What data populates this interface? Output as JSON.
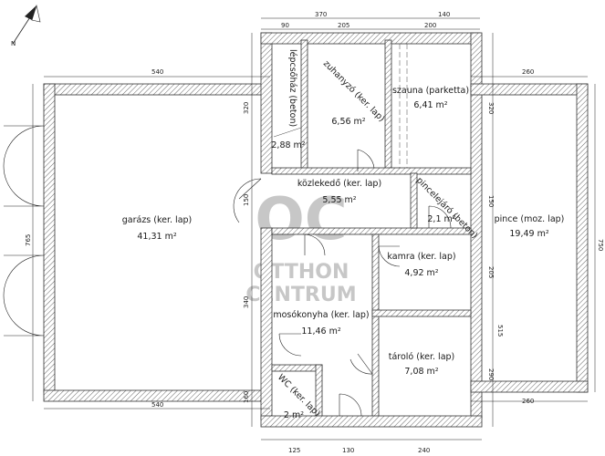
{
  "rooms": {
    "garazs": {
      "name": "garázs (ker. lap)",
      "area": "41,31 m²"
    },
    "lepcsohaz": {
      "name": "lépcsőház (beton)",
      "area": "2,88 m²"
    },
    "zuhanyzo": {
      "name": "zuhanyzó (ker. lap)",
      "area": "6,56 m²"
    },
    "szauna": {
      "name": "szauna (parketta)",
      "area": "6,41 m²"
    },
    "kozlekedo": {
      "name": "közlekedő (ker. lap)",
      "area": "5,55 m²"
    },
    "pincelejaro": {
      "name": "pincelejáró (beton)",
      "area": "2,1 m²"
    },
    "pince": {
      "name": "pince (moz. lap)",
      "area": "19,49 m²"
    },
    "kamra": {
      "name": "kamra (ker. lap)",
      "area": "4,92 m²"
    },
    "mosokonyha": {
      "name": "mosókonyha (ker. lap)",
      "area": "11,46 m²"
    },
    "tarolo": {
      "name": "tároló (ker. lap)",
      "area": "7,08 m²"
    },
    "wc": {
      "name": "WC (ker. lap)",
      "area": "2 m²"
    }
  },
  "dimensions": {
    "top_370": "370",
    "top_140": "140",
    "top_90": "90",
    "top_205": "205",
    "top_200": "200",
    "garage_top": "540",
    "garage_bottom": "540",
    "garage_height": "765",
    "pince_top": "260",
    "pince_bottom": "260",
    "pince_height": "750",
    "left_320": "320",
    "left_150": "150",
    "left_340": "340",
    "left_160": "160",
    "right_320": "320",
    "right_150": "150",
    "right_205": "205",
    "right_515": "515",
    "right_290": "290",
    "bottom_125": "125",
    "bottom_130": "130",
    "bottom_240": "240"
  },
  "watermark": {
    "logo": "OC",
    "line1": "OTTHON",
    "line2": "CENTRUM"
  },
  "compass": {
    "label": "N"
  }
}
